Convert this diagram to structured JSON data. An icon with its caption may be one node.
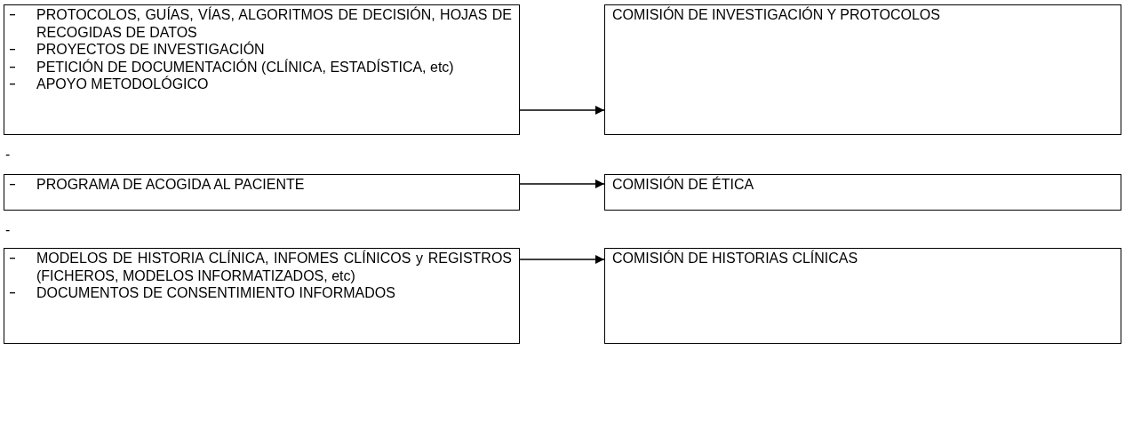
{
  "diagram": {
    "nodes": [
      {
        "text": [
          "PROTOCOLOS, GUÍAS, VÍAS, ALGORITMOS DE DECISIÓN, HOJAS DE RECOGIDAS DE DATOS",
          "PROYECTOS DE INVESTIGACIÓN",
          "PETICIÓN DE DOCUMENTACIÓN (CLÍNICA, ESTADÍSTICA, etc)",
          "APOYO METODOLÓGICO"
        ]
      },
      {
        "text": [
          "COMISIÓN DE INVESTIGACIÓN Y PROTOCOLOS"
        ]
      },
      {
        "text": [
          "PROGRAMA DE ACOGIDA AL PACIENTE"
        ]
      },
      {
        "text": [
          "COMISIÓN DE ÉTICA"
        ]
      },
      {
        "text": [
          "MODELOS DE HISTORIA CLÍNICA, INFOMES CLÍNICOS y REGISTROS (FICHEROS, MODELOS INFORMATIZADOS, etc)",
          "DOCUMENTOS DE CONSENTIMIENTO INFORMADOS"
        ]
      },
      {
        "text": [
          "COMISIÓN DE HISTORIAS CLÍNICAS"
        ]
      }
    ],
    "edges": [
      {
        "from": 0,
        "to": 1,
        "arrow": "to"
      },
      {
        "from": 2,
        "to": 3,
        "arrow": "to"
      },
      {
        "from": 4,
        "to": 5,
        "arrow": "to"
      }
    ],
    "labels": [
      "-",
      "-"
    ]
  }
}
